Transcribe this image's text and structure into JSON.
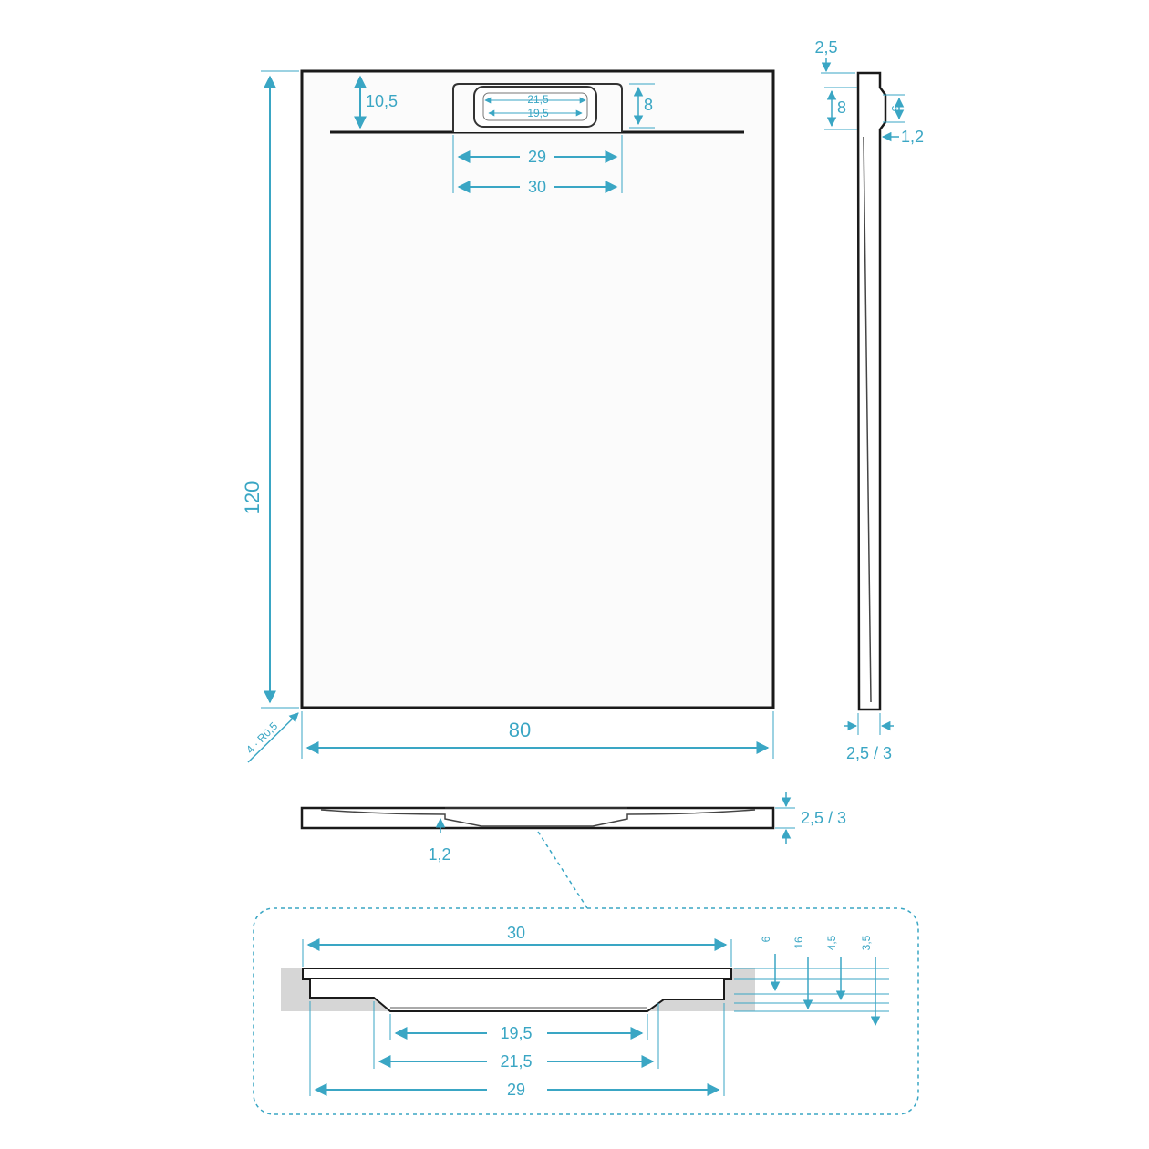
{
  "colors": {
    "dimension": "#3aa6c4",
    "outline": "#1a1a1a",
    "fill": "#ffffff",
    "shade": "#d6d6d6"
  },
  "top_view": {
    "width": "80",
    "length": "120",
    "corner_radius": "4 · R0,5",
    "drain_offset": "10,5",
    "grate_inner_21": "21,5",
    "grate_inner_19": "19,5",
    "grate_depth": "8",
    "grate_29": "29",
    "grate_30": "30"
  },
  "side_view": {
    "top_step": "2,5",
    "step_8": "8",
    "step_5": "5",
    "lip": "1,2",
    "thickness": "2,5 / 3"
  },
  "front_view": {
    "thickness": "2,5 / 3",
    "lip": "1,2"
  },
  "detail": {
    "width_30": "30",
    "width_19": "19,5",
    "width_21": "21,5",
    "width_29": "29",
    "h_6": "6",
    "h_16": "16",
    "h_4_5": "4,5",
    "h_3_5": "3,5"
  }
}
